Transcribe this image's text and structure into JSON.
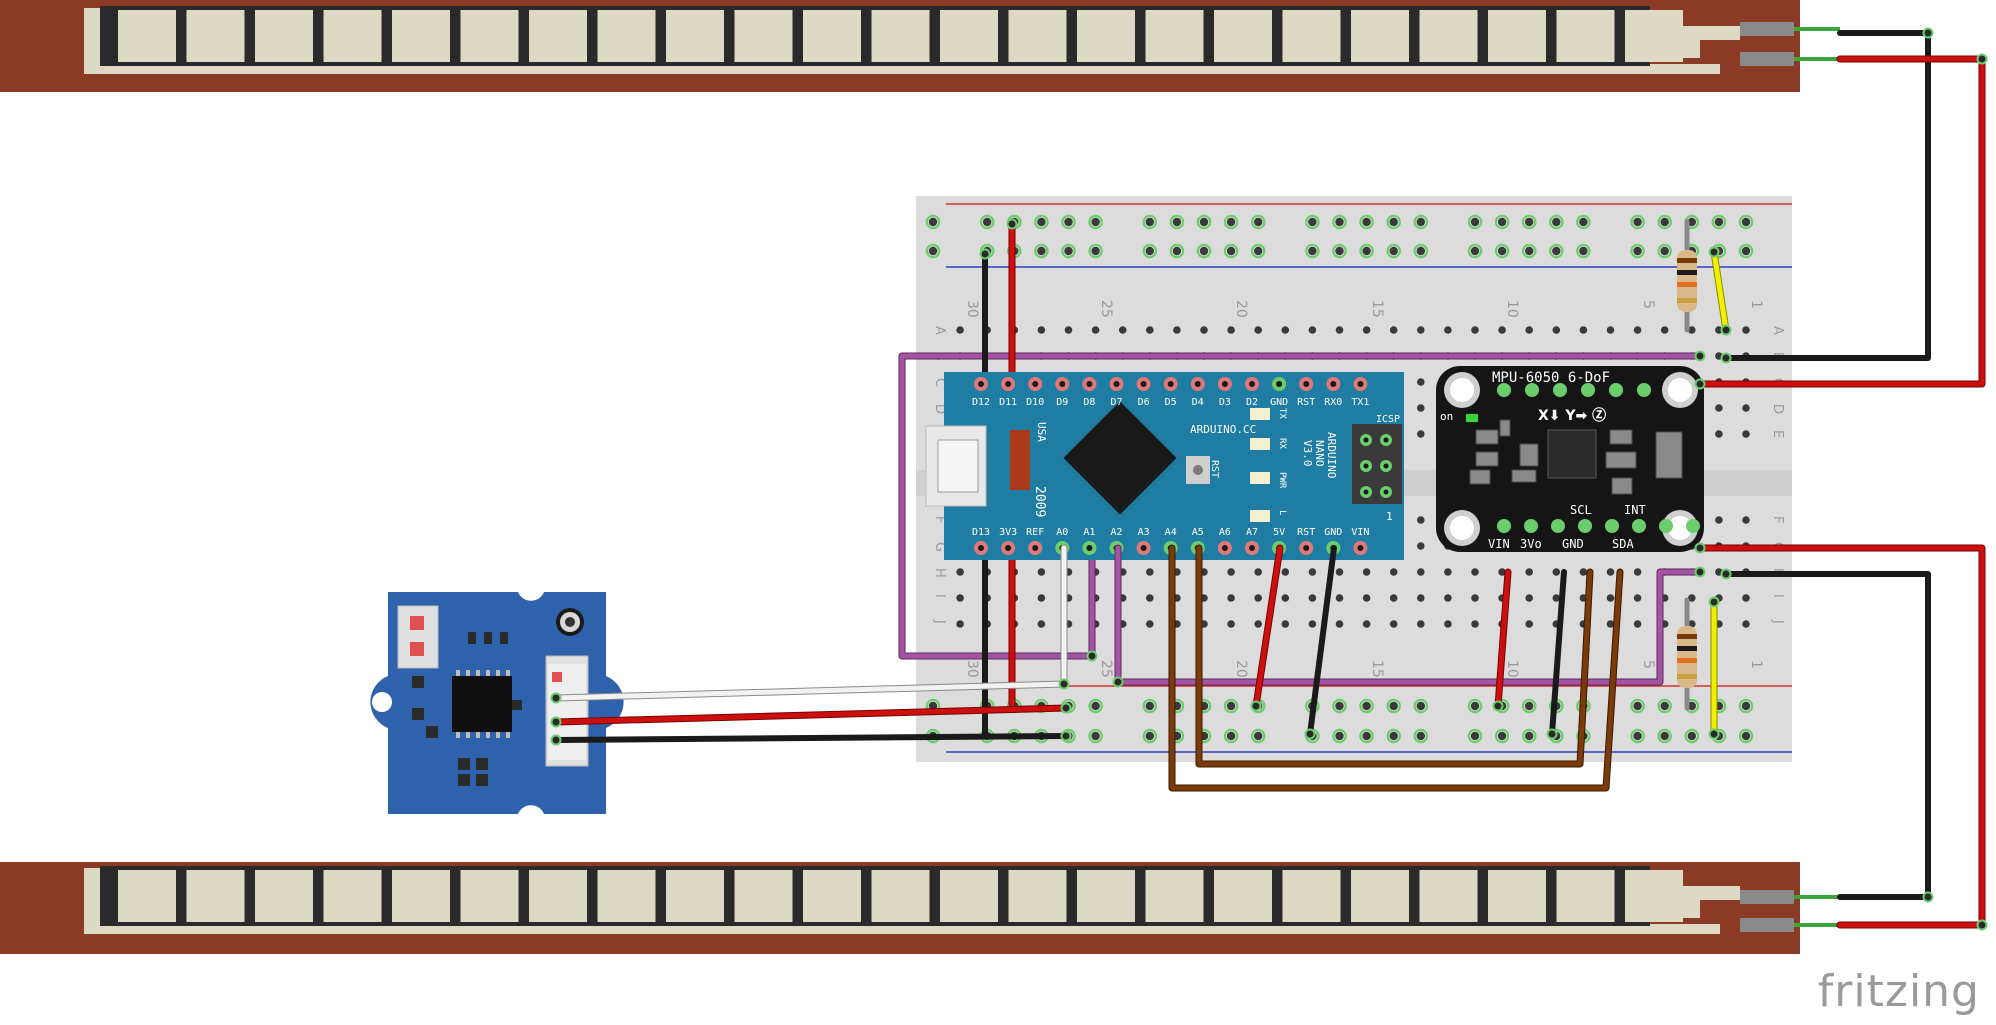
{
  "watermark": "fritzing",
  "breadboard": {
    "column_numbers": [
      "30",
      "25",
      "20",
      "15",
      "10",
      "5",
      "1"
    ],
    "row_letters_top": [
      "A",
      "B",
      "C",
      "D",
      "E"
    ],
    "row_letters_bottom": [
      "F",
      "G",
      "H",
      "I",
      "J"
    ]
  },
  "arduino": {
    "top_pins": [
      "D12",
      "D11",
      "D10",
      "D9",
      "D8",
      "D7",
      "D6",
      "D5",
      "D4",
      "D3",
      "D2",
      "GND",
      "RST",
      "RX0",
      "TX1"
    ],
    "bottom_pins": [
      "D13",
      "3V3",
      "REF",
      "A0",
      "A1",
      "A2",
      "A3",
      "A4",
      "A5",
      "A6",
      "A7",
      "5V",
      "RST",
      "GND",
      "VIN"
    ],
    "brand": "ARDUINO.CC",
    "model_lines": [
      "ARDUINO",
      "NANO",
      "V3.0"
    ],
    "usa": "USA",
    "year": "2009",
    "rst": "RST",
    "icsp": "ICSP",
    "leds": [
      "TX",
      "RX",
      "PWR",
      "L"
    ],
    "icsp_one": "1"
  },
  "mpu": {
    "title": "MPU-6050 6-DoF",
    "on_label": "on",
    "axes": "X⬇ Y➡ Ⓩ",
    "bottom_pins": [
      "VIN",
      "3Vo",
      "GND",
      "SDA"
    ],
    "upper_labels": [
      "SCL",
      "INT"
    ]
  },
  "colors": {
    "wire_red": "#cc1010",
    "wire_black": "#1a1a1a",
    "wire_purple": "#a454a4",
    "wire_brown": "#7a3a0a",
    "wire_yellow": "#f0f000",
    "wire_white": "#e8e8e8",
    "arduino_blue": "#1f7da3",
    "grove_blue": "#2f62ad",
    "flex_brown": "#8b3a25"
  }
}
